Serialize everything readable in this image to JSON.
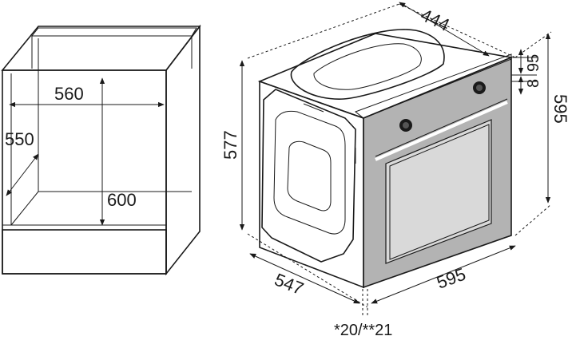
{
  "cabinet": {
    "width_label": "560",
    "depth_label": "550",
    "height_label": "600"
  },
  "oven": {
    "depth_label": "444",
    "top_offset_label": "95",
    "gap_label": "8",
    "height_label": "595",
    "side_height_label": "577",
    "side_depth_label": "547",
    "width_label": "595"
  },
  "footnote": "*20/**21",
  "colors": {
    "line": "#1a1a1a",
    "front_panel": "#b3b3b3",
    "window": "#d9d9d9"
  }
}
